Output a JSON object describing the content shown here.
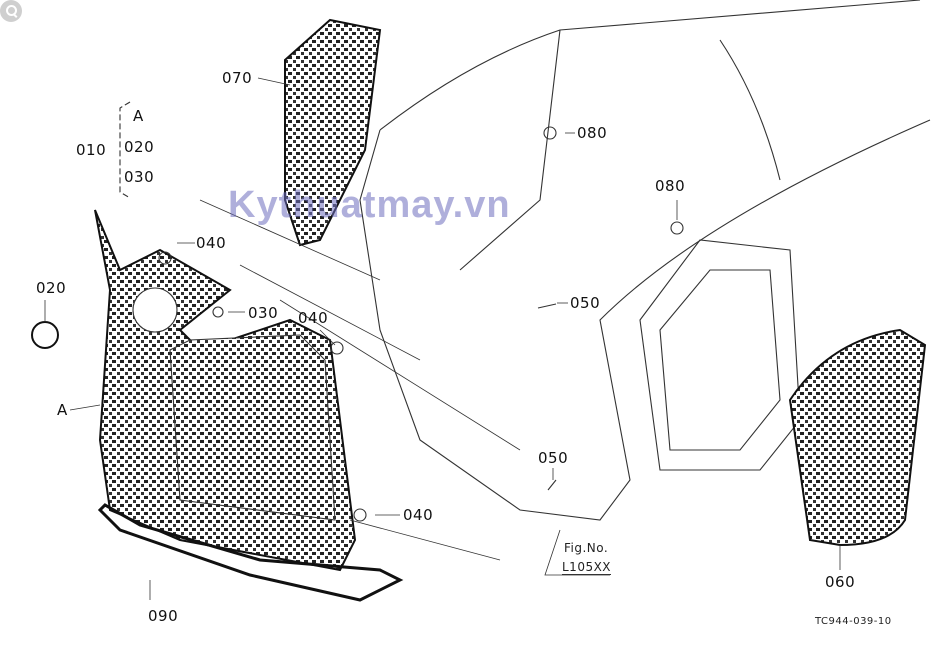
{
  "labels": {
    "p070": "070",
    "p080a": "080",
    "p080b": "080",
    "p010": "010",
    "pA_group": "A",
    "p020_group": "020",
    "p030_group": "030",
    "p040a": "040",
    "p020": "020",
    "p030": "030",
    "p040b": "040",
    "p050a": "050",
    "pA": "A",
    "p050b": "050",
    "p040c": "040",
    "p060": "060",
    "p090": "090"
  },
  "fig": {
    "title": "Fig.No.",
    "number": "L105XX"
  },
  "drawing_code": "TC944-039-10",
  "watermark": "Kythuatmay.vn"
}
